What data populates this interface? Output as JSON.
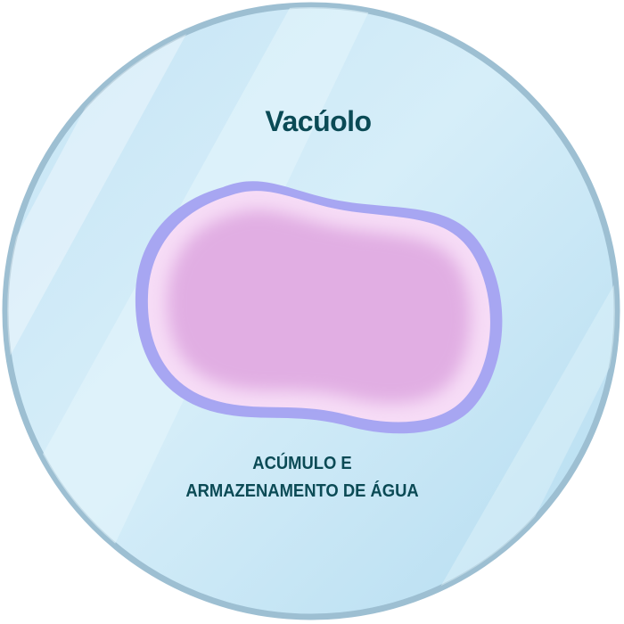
{
  "diagram": {
    "title": "Vacúolo",
    "caption_lines": [
      "ACÚMULO E",
      "ARMAZENAMENTO DE ÁGUA"
    ]
  },
  "colors": {
    "cell_border": "#9dbfd2",
    "cell_fill": "#c7e6f6",
    "membrane": "#a7a6f2",
    "vacuole_edge": "#f6dcf6",
    "vacuole_core": "#e1aee3",
    "text": "#0a4a55"
  }
}
